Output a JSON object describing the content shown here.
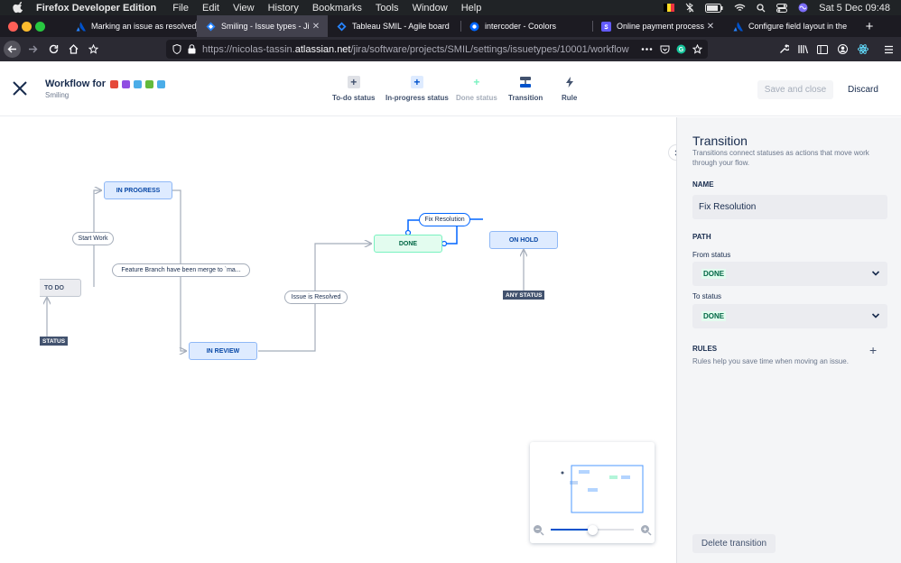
{
  "menubar": {
    "app_name": "Firefox Developer Edition",
    "menus": [
      "File",
      "Edit",
      "View",
      "History",
      "Bookmarks",
      "Tools",
      "Window",
      "Help"
    ],
    "clock": "Sat 5 Dec  09:48"
  },
  "tabs": [
    {
      "label": "Marking an issue as resolved",
      "active": false
    },
    {
      "label": "Smiling - Issue types - Jira",
      "active": true
    },
    {
      "label": "Tableau SMIL - Agile board",
      "active": false
    },
    {
      "label": "intercoder - Coolors",
      "active": false
    },
    {
      "label": "Online payment processing f",
      "active": false
    },
    {
      "label": "Configure field layout in the",
      "active": false
    }
  ],
  "url": {
    "prefix": "https://nicolas-tassin.",
    "host": "atlassian.net",
    "path": "/jira/software/projects/SMIL/settings/issuetypes/10001/workflow"
  },
  "header": {
    "title": "Workflow for",
    "subtitle": "Smiling",
    "tools": {
      "todo": "To-do status",
      "inprogress": "In-progress status",
      "done": "Done status",
      "transition": "Transition",
      "rule": "Rule"
    },
    "save_label": "Save and close",
    "discard_label": "Discard"
  },
  "canvas": {
    "nodes": {
      "in_progress": "IN PROGRESS",
      "todo": "TO DO",
      "done": "DONE",
      "in_review": "IN REVIEW",
      "on_hold": "ON HOLD",
      "any_status_1": "STATUS",
      "any_status_2": "ANY STATUS"
    },
    "transitions": {
      "start_work": "Start Work",
      "feature_branch": "Feature Branch have been merge to `ma...",
      "issue_resolved": "Issue is Resolved",
      "fix_resolution": "Fix Resolution"
    },
    "zoom_level": 0.5
  },
  "panel": {
    "title": "Transition",
    "description": "Transitions connect statuses as actions that move work through your flow.",
    "name_label": "NAME",
    "name_value": "Fix Resolution",
    "path_label": "PATH",
    "from_label": "From status",
    "from_value": "DONE",
    "to_label": "To status",
    "to_value": "DONE",
    "rules_label": "RULES",
    "rules_desc": "Rules help you save time when moving an issue.",
    "delete_label": "Delete transition"
  },
  "colors": {
    "accent": "#0065ff",
    "done_green": "#006644",
    "status_blue": "#0747a6"
  }
}
